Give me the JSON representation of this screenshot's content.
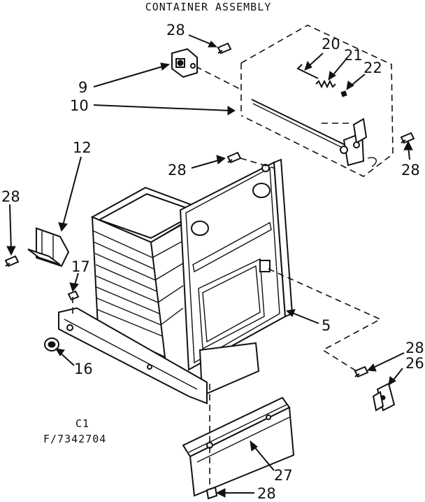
{
  "title": "CONTAINER ASSEMBLY",
  "caption": {
    "line1": "C1",
    "line2": "F/7342704"
  },
  "callouts": [
    {
      "id": "28-top",
      "text": "28"
    },
    {
      "id": "9",
      "text": "9"
    },
    {
      "id": "10",
      "text": "10"
    },
    {
      "id": "20",
      "text": "20"
    },
    {
      "id": "21",
      "text": "21"
    },
    {
      "id": "22",
      "text": "22"
    },
    {
      "id": "28-right",
      "text": "28"
    },
    {
      "id": "12",
      "text": "12"
    },
    {
      "id": "28-center",
      "text": "28"
    },
    {
      "id": "28-left",
      "text": "28"
    },
    {
      "id": "17",
      "text": "17"
    },
    {
      "id": "5",
      "text": "5"
    },
    {
      "id": "16",
      "text": "16"
    },
    {
      "id": "28-lower-right",
      "text": "28"
    },
    {
      "id": "26",
      "text": "26"
    },
    {
      "id": "27",
      "text": "27"
    },
    {
      "id": "28-bottom",
      "text": "28"
    }
  ]
}
